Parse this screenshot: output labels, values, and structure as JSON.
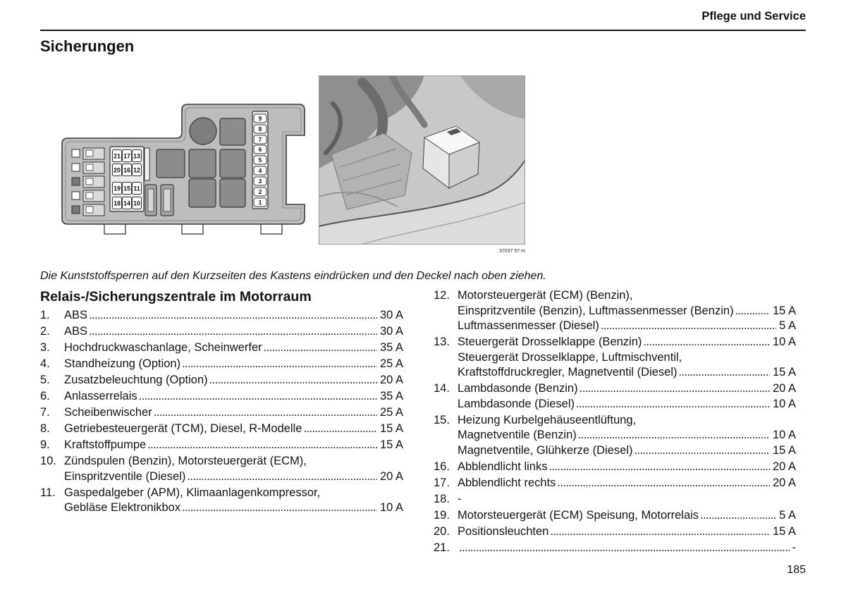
{
  "header": {
    "section": "Pflege und Service"
  },
  "page_title": "Sicherungen",
  "figure": {
    "fusebox": {
      "strip_labels": [
        "9",
        "8",
        "7",
        "6",
        "5",
        "4",
        "3",
        "2",
        "1"
      ],
      "block_labels": [
        [
          "21",
          "17",
          "13"
        ],
        [
          "20",
          "16",
          "12"
        ],
        [
          "19",
          "15",
          "11"
        ],
        [
          "18",
          "14",
          "10"
        ]
      ]
    },
    "photo_code": "37037 57 m"
  },
  "caption": "Die Kunststoffsperren auf den Kurzseiten des Kastens eindrücken und den Deckel nach oben ziehen.",
  "section_heading": "Relais-/Sicherungszentrale im Motorraum",
  "fuses": [
    {
      "num": "1.",
      "lines": [
        {
          "text": "ABS",
          "value": "30 A"
        }
      ]
    },
    {
      "num": "2.",
      "lines": [
        {
          "text": "ABS",
          "value": "30 A"
        }
      ]
    },
    {
      "num": "3.",
      "lines": [
        {
          "text": "Hochdruckwaschanlage, Scheinwerfer",
          "value": "35 A"
        }
      ]
    },
    {
      "num": "4.",
      "lines": [
        {
          "text": "Standheizung (Option)",
          "value": "25 A"
        }
      ]
    },
    {
      "num": "5.",
      "lines": [
        {
          "text": "Zusatzbeleuchtung (Option)",
          "value": "20 A"
        }
      ]
    },
    {
      "num": "6.",
      "lines": [
        {
          "text": "Anlasserrelais",
          "value": "35 A"
        }
      ]
    },
    {
      "num": "7.",
      "lines": [
        {
          "text": "Scheibenwischer",
          "value": "25 A"
        }
      ]
    },
    {
      "num": "8.",
      "lines": [
        {
          "text": "Getriebesteuergerät (TCM), Diesel, R-Modelle",
          "value": "15 A"
        }
      ]
    },
    {
      "num": "9.",
      "lines": [
        {
          "text": "Kraftstoffpumpe",
          "value": "15 A"
        }
      ]
    },
    {
      "num": "10.",
      "lines": [
        {
          "text": "Zündspulen (Benzin), Motorsteuergerät (ECM),"
        },
        {
          "text": "Einspritzventile (Diesel)",
          "value": "20 A"
        }
      ]
    },
    {
      "num": "11.",
      "lines": [
        {
          "text": "Gaspedalgeber (APM), Klimaanlagenkompressor,"
        },
        {
          "text": "Gebläse Elektronikbox",
          "value": "10 A"
        }
      ]
    },
    {
      "num": "12.",
      "lines": [
        {
          "text": "Motorsteuergerät (ECM) (Benzin),"
        },
        {
          "text": "Einspritzventile (Benzin), Luftmassenmesser (Benzin)",
          "value": "15 A"
        },
        {
          "text": "Luftmassenmesser (Diesel)",
          "value": "5 A"
        }
      ]
    },
    {
      "num": "13.",
      "lines": [
        {
          "text": "Steuergerät Drosselklappe (Benzin)",
          "value": "10 A"
        },
        {
          "text": "Steuergerät Drosselklappe, Luftmischventil,"
        },
        {
          "text": "Kraftstoffdruckregler, Magnetventil (Diesel)",
          "value": "15 A"
        }
      ]
    },
    {
      "num": "14.",
      "lines": [
        {
          "text": "Lambdasonde (Benzin)",
          "value": "20 A"
        },
        {
          "text": "Lambdasonde (Diesel)",
          "value": "10 A"
        }
      ]
    },
    {
      "num": "15.",
      "lines": [
        {
          "text": "Heizung Kurbelgehäuseentlüftung,"
        },
        {
          "text": "Magnetventile (Benzin)",
          "value": "10 A"
        },
        {
          "text": "Magnetventile, Glühkerze (Diesel)",
          "value": "15 A"
        }
      ]
    },
    {
      "num": "16.",
      "lines": [
        {
          "text": "Abblendlicht links",
          "value": "20 A"
        }
      ]
    },
    {
      "num": "17.",
      "lines": [
        {
          "text": "Abblendlicht rechts",
          "value": "20 A"
        }
      ]
    },
    {
      "num": "18.",
      "lines": [
        {
          "text": "-"
        }
      ]
    },
    {
      "num": "19.",
      "lines": [
        {
          "text": "Motorsteuergerät (ECM) Speisung, Motorrelais",
          "value": "5 A"
        }
      ]
    },
    {
      "num": "20.",
      "lines": [
        {
          "text": "Positionsleuchten",
          "value": "15 A"
        }
      ]
    },
    {
      "num": "21.",
      "lines": [
        {
          "text": "",
          "value": "-"
        }
      ]
    }
  ],
  "page_number": "185"
}
